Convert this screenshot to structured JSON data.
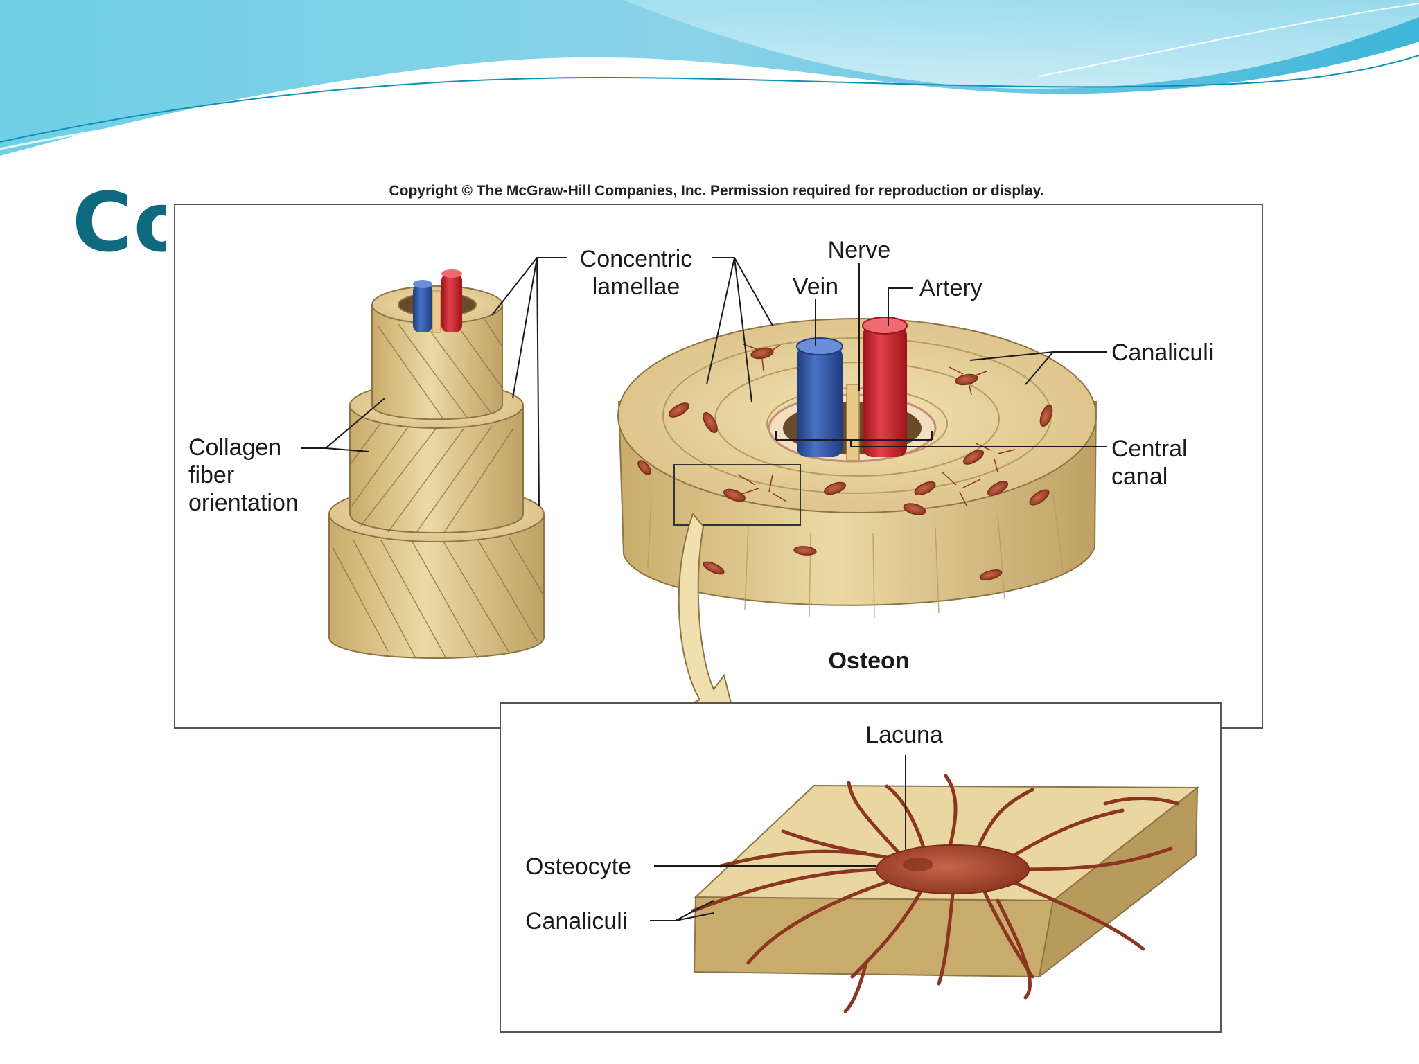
{
  "slide": {
    "title": "Co"
  },
  "figure": {
    "copyright": "Copyright © The McGraw-Hill Companies, Inc. Permission required for reproduction or display.",
    "labels": {
      "concentric_lamellae_1": "Concentric",
      "concentric_lamellae_2": "lamellae",
      "nerve": "Nerve",
      "vein": "Vein",
      "artery": "Artery",
      "canaliculi_top": "Canaliculi",
      "central_canal_1": "Central",
      "central_canal_2": "canal",
      "collagen_1": "Collagen",
      "collagen_2": "fiber",
      "collagen_3": "orientation",
      "osteon": "Osteon",
      "lacuna": "Lacuna",
      "osteocyte": "Osteocyte",
      "canaliculi_bottom": "Canaliculi"
    }
  },
  "colors": {
    "title": "#0f6a80",
    "bone": "#e2cc93",
    "bone_dark": "#b89a5c",
    "vein": "#2e4f9e",
    "artery": "#c8202a",
    "osteocyte": "#a4472c",
    "wave": "#4fc0de"
  }
}
